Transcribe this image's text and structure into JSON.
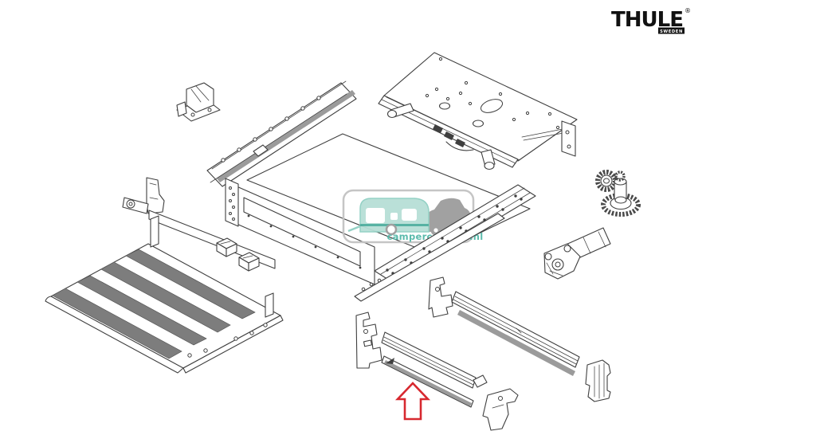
{
  "background": "#ffffff",
  "colors": {
    "line": "#3f3f3f",
    "tread_fill": "#7d7d7d",
    "stripe_gray": "#9b9b9b",
    "arrow_red": "#d7282f",
    "logo_black": "#111111",
    "watermark_border": "#c2c2c2",
    "caravan_body": "#b7dfd6",
    "caravan_stripe": "#4fae9f",
    "watermark_text": "#53b8a8",
    "car_gray": "#9c9c9c",
    "headlight_yellow": "#e9c93c"
  },
  "logo": {
    "brand": "THULE",
    "country": "SWEDEN",
    "registered": "®"
  },
  "watermark": {
    "text": "campercaravan.nl"
  },
  "highlight": {
    "icon": "up-arrow-icon",
    "direction": "up"
  },
  "diagram": {
    "type": "exploded-parts-drawing",
    "parts": [
      "mounting-plate-assembly",
      "upper-mounting-rail",
      "mounting-bracket",
      "corner-bracket",
      "step-housing",
      "step-platform",
      "slider-clips",
      "bevel-gears",
      "drive-motor",
      "front-slide-rail",
      "rear-slide-rail",
      "rail-end-brackets",
      "highlight-arrow"
    ]
  }
}
